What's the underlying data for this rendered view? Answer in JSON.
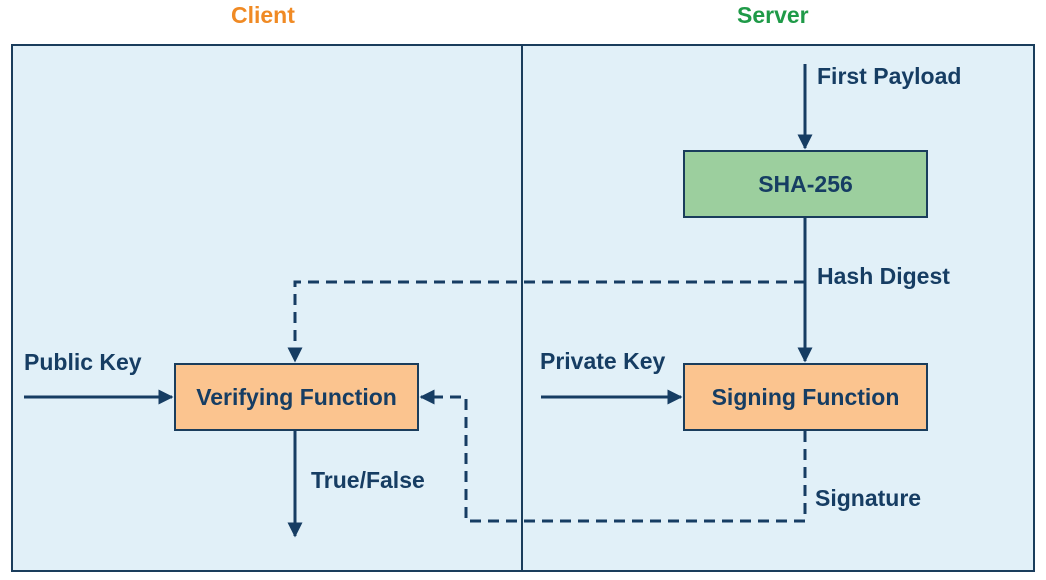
{
  "headers": {
    "client": "Client",
    "server": "Server"
  },
  "boxes": {
    "sha": "SHA-256",
    "signing": "Signing Function",
    "verifying": "Verifying Function"
  },
  "labels": {
    "first_payload": "First Payload",
    "hash_digest": "Hash Digest",
    "private_key": "Private Key",
    "public_key": "Public Key",
    "true_false": "True/False",
    "signature": "Signature"
  },
  "colors": {
    "client_header": "#f08a24",
    "server_header": "#1f9a48",
    "panel_fill": "#e1f0f8",
    "line": "#163d63",
    "sha_fill": "#9ccf9e",
    "function_fill": "#fbc48f"
  }
}
